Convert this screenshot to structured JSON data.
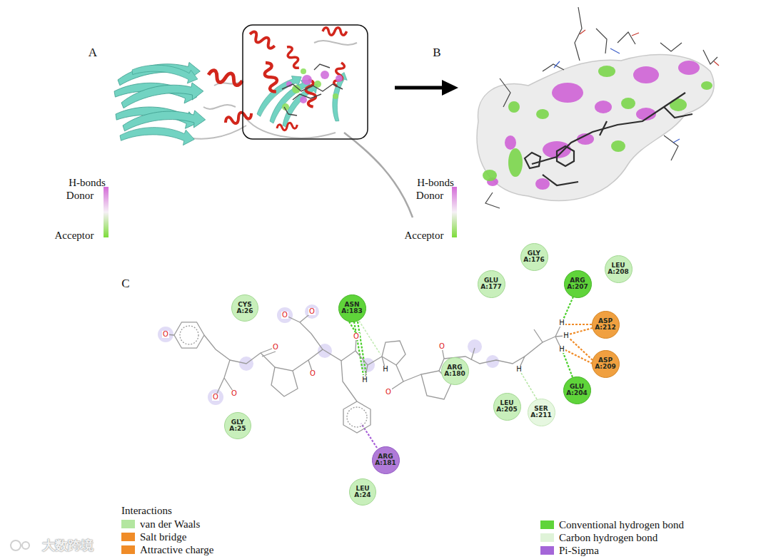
{
  "diagram": {
    "nodes": [
      {
        "text": [
          "GLY A:176"
        ]
      },
      {
        "text": [
          "LEU A:208"
        ]
      },
      {
        "text": [
          "GLU A:177"
        ]
      },
      {
        "text": [
          "ARG A:207"
        ]
      },
      {
        "text": [
          "CYS A:26"
        ]
      },
      {
        "text": [
          "ASN A:183"
        ]
      },
      {
        "text": [
          "ASP A:212"
        ]
      },
      {
        "text": [
          "ARG A:180"
        ]
      },
      {
        "text": [
          "ASP A:209"
        ]
      },
      {
        "text": [
          "GLU A:204"
        ]
      },
      {
        "text": [
          "LEU A:205"
        ]
      },
      {
        "text": [
          "SER A:211"
        ]
      },
      {
        "text": [
          "GLY A:25"
        ]
      },
      {
        "text": [
          "ARG A:181"
        ]
      },
      {
        "text": [
          "LEU A:24"
        ]
      }
    ],
    "labels": [
      "A",
      "B",
      "H-bonds",
      "Donor",
      "Acceptor",
      "H-bonds",
      "Donor",
      "Acceptor",
      "C",
      "O",
      "O",
      "O",
      "O",
      "O",
      "O",
      "O",
      "O",
      "O",
      "O",
      "H",
      "H",
      "H",
      "H",
      "H",
      "H",
      "Interactions",
      "大数跨境"
    ],
    "legend": [
      {
        "text": "van der Waals",
        "color": "#b3e6a0"
      },
      {
        "text": "Salt bridge",
        "color": "#f08c28"
      },
      {
        "text": "Attractive charge",
        "color": "#f08c28"
      },
      {
        "text": "Conventional hydrogen bond",
        "color": "#5fd43a"
      },
      {
        "text": "Carbon hydrogen bond",
        "color": "#dff3d8"
      },
      {
        "text": "Pi-Sigma",
        "color": "#a466d8"
      }
    ]
  }
}
